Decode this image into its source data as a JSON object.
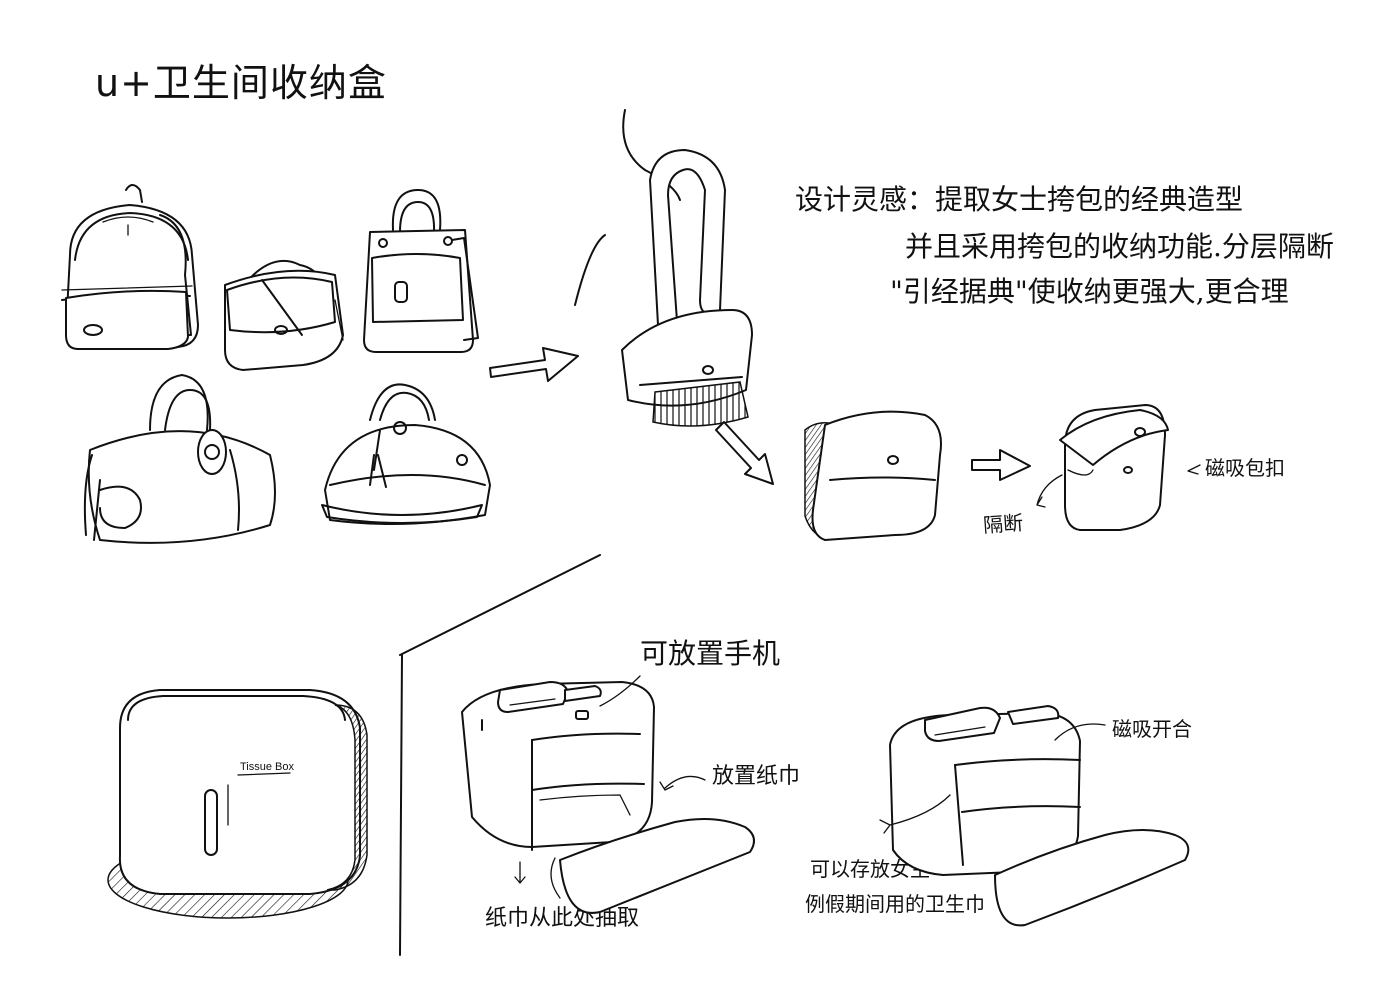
{
  "title": "u+卫生间收纳盒",
  "inspiration": {
    "line1": "设计灵感：提取女士挎包的经典造型",
    "line2": "并且采用挎包的收纳功能.分层隔断",
    "line3": "\"引经据典\"使收纳更强大,更合理"
  },
  "labels": {
    "partition": "隔断",
    "magnetic_clasp": "磁吸包扣",
    "phone_place": "可放置手机",
    "tissue_place": "放置纸巾",
    "tissue_draw": "纸巾从此处抽取",
    "magnetic_open": "磁吸开合",
    "storage_line1": "可以存放女生",
    "storage_line2": "例假期间用的卫生巾"
  },
  "product_text": "Tissue Box",
  "icons": [
    "backpack-icon",
    "messenger-bag-icon",
    "satchel-icon",
    "duffel-bag-icon",
    "dome-handbag-icon",
    "arrow-icon"
  ]
}
